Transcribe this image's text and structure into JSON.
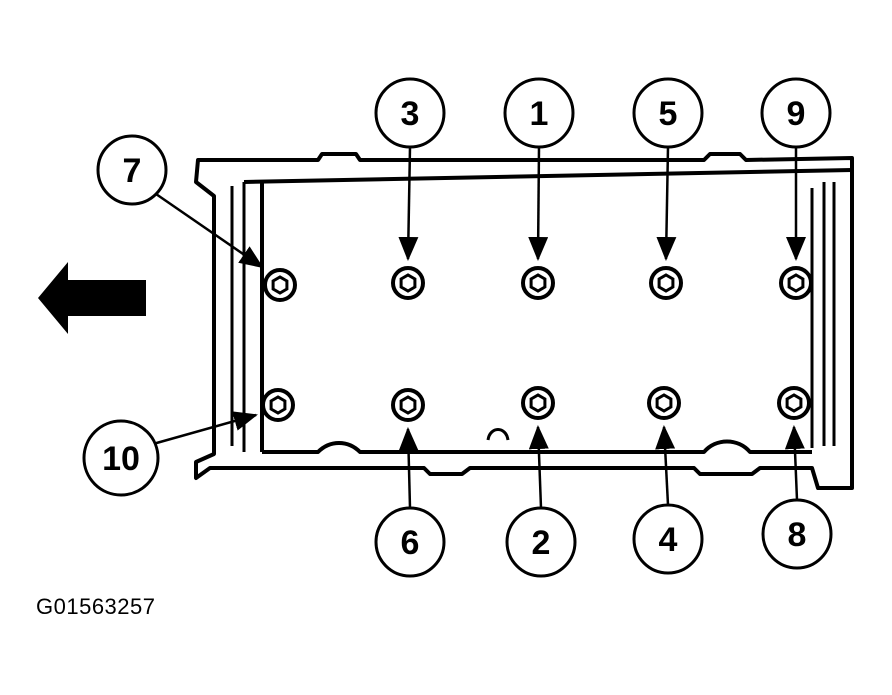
{
  "figure_id": "G01563257",
  "colors": {
    "ink": "#000000",
    "paper": "#ffffff"
  },
  "direction_arrow": {
    "icon": "front-direction-arrow-icon"
  },
  "bolts": [
    {
      "callout": "3"
    },
    {
      "callout": "1"
    },
    {
      "callout": "5"
    },
    {
      "callout": "9"
    },
    {
      "callout": "7"
    },
    {
      "callout": "10"
    },
    {
      "callout": "6"
    },
    {
      "callout": "2"
    },
    {
      "callout": "4"
    },
    {
      "callout": "8"
    }
  ]
}
